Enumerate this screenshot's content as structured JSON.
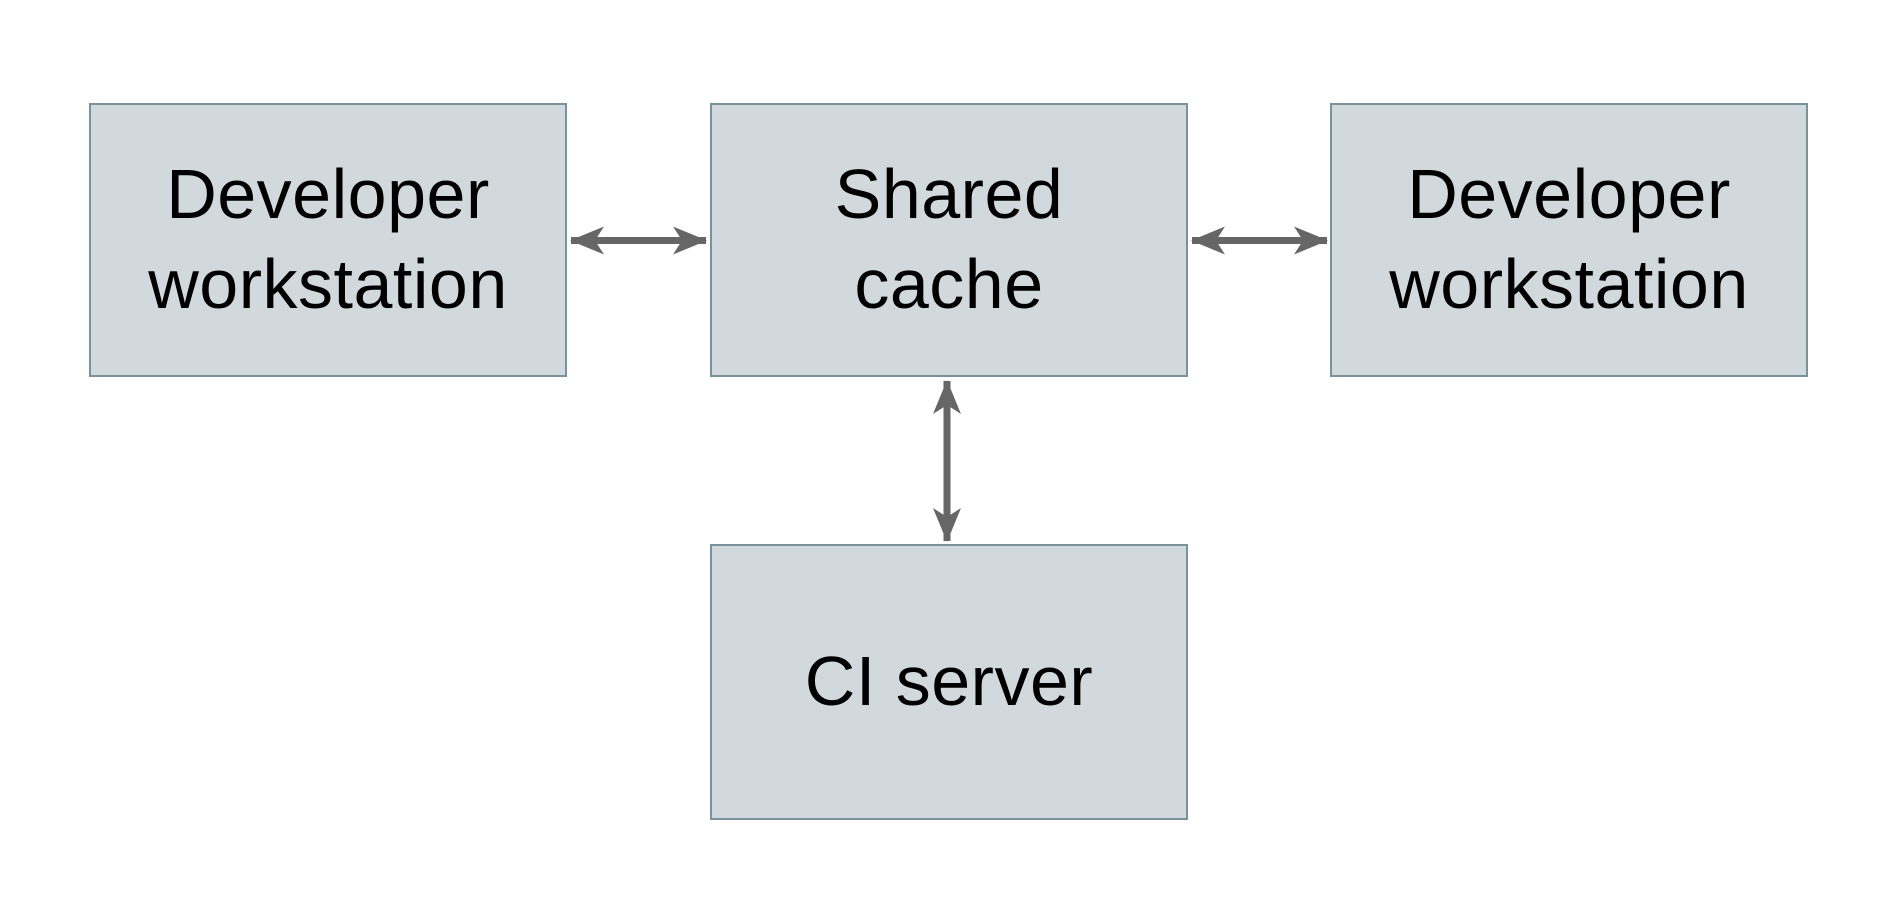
{
  "diagram": {
    "colors": {
      "node_fill": "#d2d9dc",
      "node_border": "#7b919c",
      "arrow": "#666666",
      "text": "#000000",
      "background": "#ffffff"
    },
    "nodes": [
      {
        "id": "developer-workstation-left",
        "label": "Developer\nworkstation"
      },
      {
        "id": "shared-cache",
        "label": "Shared\ncache"
      },
      {
        "id": "developer-workstation-right",
        "label": "Developer\nworkstation"
      },
      {
        "id": "ci-server",
        "label": "CI server"
      }
    ],
    "edges": [
      {
        "from": "developer-workstation-left",
        "to": "shared-cache",
        "type": "bidirectional"
      },
      {
        "from": "developer-workstation-right",
        "to": "shared-cache",
        "type": "bidirectional"
      },
      {
        "from": "ci-server",
        "to": "shared-cache",
        "type": "bidirectional"
      }
    ]
  }
}
